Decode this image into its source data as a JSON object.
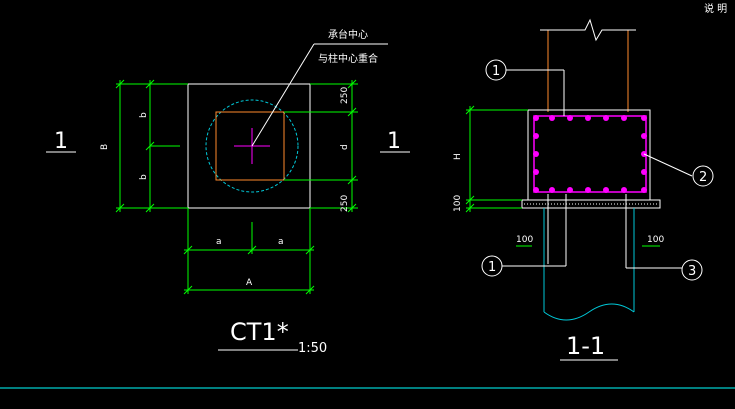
{
  "colors": {
    "background": "#000000",
    "outline": "#ffffff",
    "dimension": "#00ff00",
    "column": "#ff8a2b",
    "circle": "#00c8d7",
    "center": "#ff00ff",
    "rebar": "#ff00ff",
    "ground": "#00ffff"
  },
  "corner_text": "说 明",
  "plan": {
    "note_line1": "承台中心",
    "note_line2": "与柱中心重合",
    "section_left": "1",
    "section_right": "1",
    "dim_B": "B",
    "dim_b_top": "b",
    "dim_b_bottom": "b",
    "dim_top_offset": "250",
    "dim_d": "d",
    "dim_bottom_offset": "250",
    "dim_a_left": "a",
    "dim_a_right": "a",
    "dim_A": "A",
    "title": "CT1*",
    "scale": "1:50"
  },
  "section": {
    "dim_H": "H",
    "dim_base": "100",
    "dim_left_cover": "100",
    "dim_right_cover": "100",
    "bubble_1_top": "1",
    "bubble_2": "2",
    "bubble_1_bottom": "1",
    "bubble_3": "3",
    "title": "1-1"
  }
}
